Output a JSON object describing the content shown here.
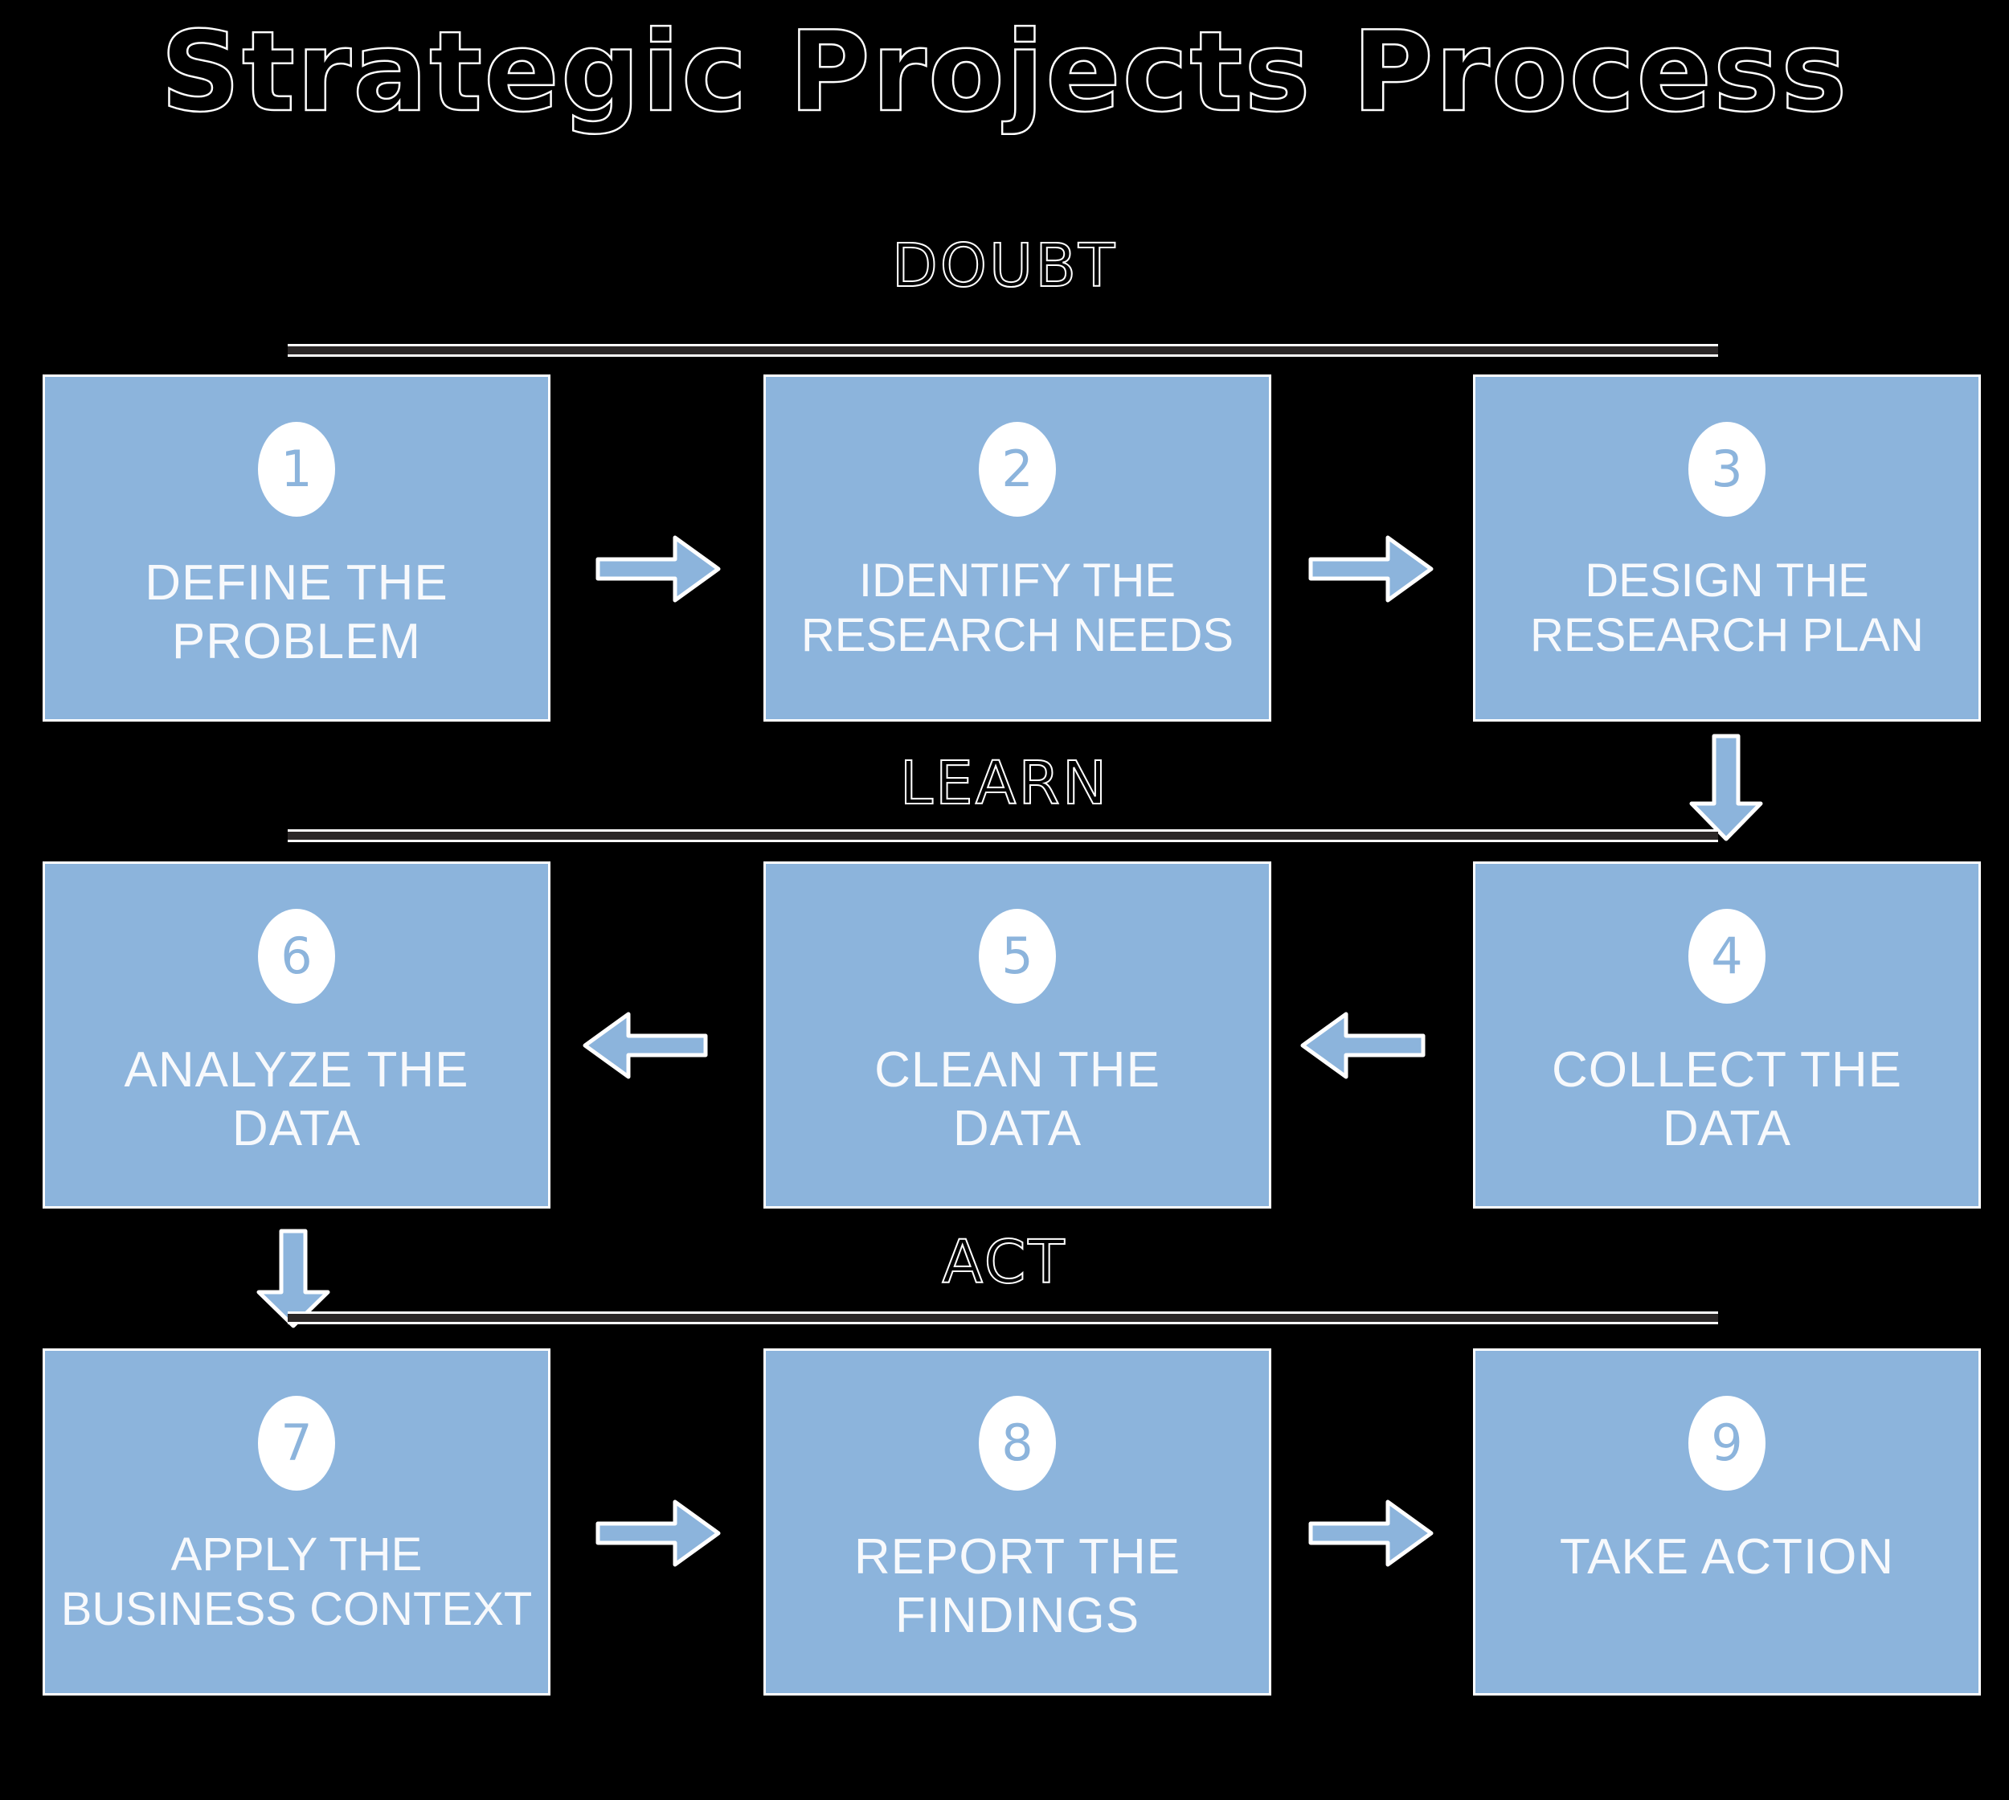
{
  "page": {
    "title": "Strategic Projects Process",
    "background_color": "#000000",
    "box_color": "#8cb4dc",
    "box_text_color": "#f7f9fc",
    "badge_color": "#ffffff",
    "badge_text_color": "#8cb4dc",
    "divider_color": "#2b2727",
    "outline_color": "#ffffff"
  },
  "phases": [
    {
      "name": "DOUBT",
      "label": "DOUBT"
    },
    {
      "name": "LEARN",
      "label": "LEARN"
    },
    {
      "name": "ACT",
      "label": "ACT"
    }
  ],
  "steps": [
    {
      "number": "1",
      "label": "DEFINE THE\nPROBLEM",
      "phase": "DOUBT",
      "row": 1,
      "col": 1
    },
    {
      "number": "2",
      "label": "IDENTIFY THE\nRESEARCH NEEDS",
      "phase": "DOUBT",
      "row": 1,
      "col": 2
    },
    {
      "number": "3",
      "label": "DESIGN THE\nRESEARCH PLAN",
      "phase": "DOUBT",
      "row": 1,
      "col": 3
    },
    {
      "number": "4",
      "label": "COLLECT THE\nDATA",
      "phase": "LEARN",
      "row": 2,
      "col": 3
    },
    {
      "number": "5",
      "label": "CLEAN THE\nDATA",
      "phase": "LEARN",
      "row": 2,
      "col": 2
    },
    {
      "number": "6",
      "label": "ANALYZE THE\nDATA",
      "phase": "LEARN",
      "row": 2,
      "col": 1
    },
    {
      "number": "7",
      "label": "APPLY THE\nBUSINESS CONTEXT",
      "phase": "ACT",
      "row": 3,
      "col": 1
    },
    {
      "number": "8",
      "label": "REPORT THE\nFINDINGS",
      "phase": "ACT",
      "row": 3,
      "col": 2
    },
    {
      "number": "9",
      "label": "TAKE ACTION",
      "phase": "ACT",
      "row": 3,
      "col": 3
    }
  ],
  "connectors": [
    {
      "name": "arrow-step1-to-step2",
      "direction": "right"
    },
    {
      "name": "arrow-step2-to-step3",
      "direction": "right"
    },
    {
      "name": "arrow-step3-to-step4",
      "direction": "down"
    },
    {
      "name": "arrow-step4-to-step5",
      "direction": "left"
    },
    {
      "name": "arrow-step5-to-step6",
      "direction": "left"
    },
    {
      "name": "arrow-step6-to-step7",
      "direction": "down"
    },
    {
      "name": "arrow-step7-to-step8",
      "direction": "right"
    },
    {
      "name": "arrow-step8-to-step9",
      "direction": "right"
    }
  ]
}
